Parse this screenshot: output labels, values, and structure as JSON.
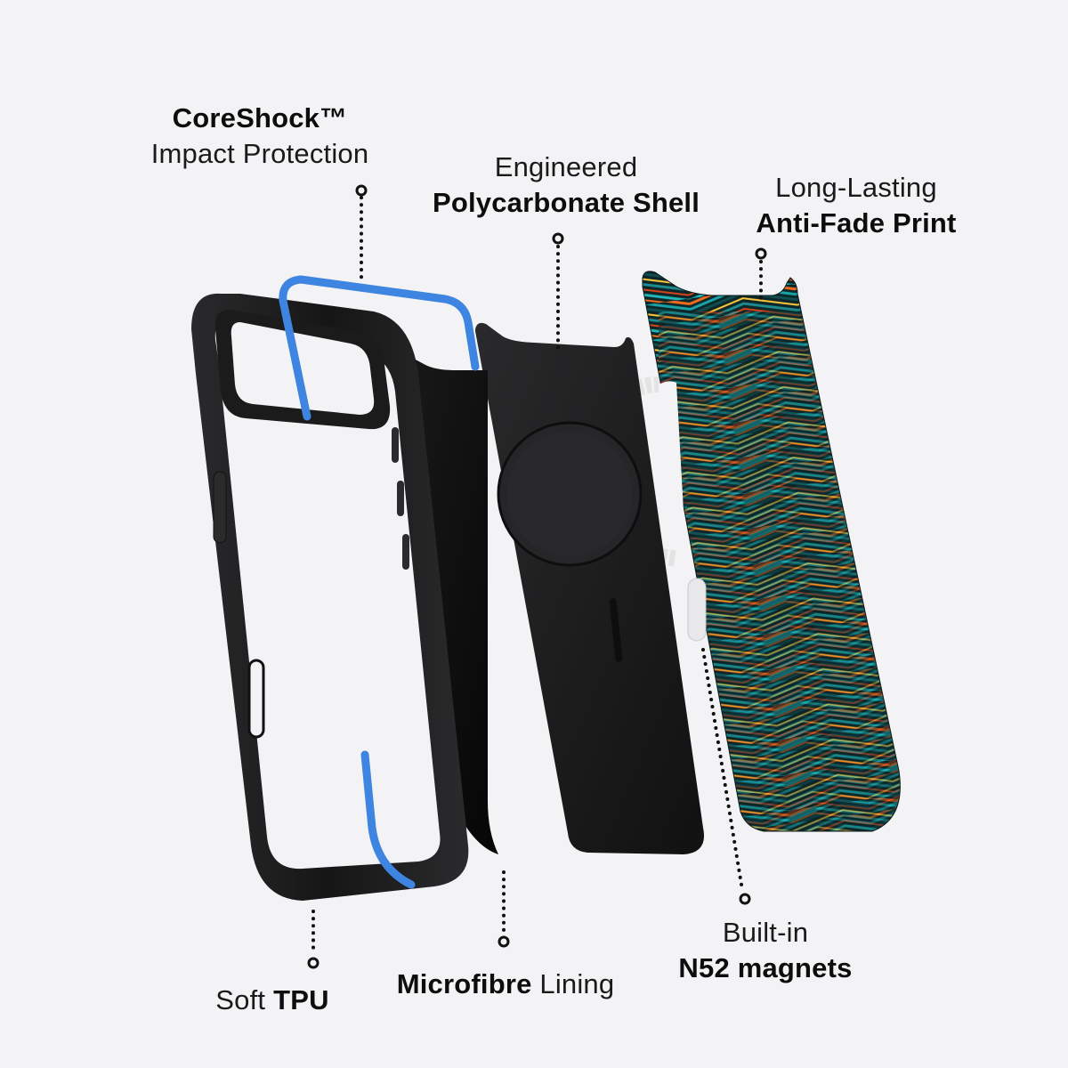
{
  "colors": {
    "background": "#f3f3f5",
    "text": "#111111",
    "leader_line": "#111111",
    "tpu_frame": "#1c1c1e",
    "coreshock_blue": "#3d85e0",
    "shell": "#1f1f21",
    "lining": "#0f0f10",
    "magnet_ring": "#e6e6e6",
    "print_teal": "#17a3a8",
    "print_orange": "#f26b1d",
    "print_yellow": "#ffc83d",
    "print_dark": "#0d2628"
  },
  "callouts": [
    {
      "id": "coreshock",
      "line1": "CoreShock™",
      "line1_weight": "bold",
      "line2": "Impact Protection",
      "line2_weight": "regular",
      "position": "top-left"
    },
    {
      "id": "polycarbonate",
      "line1": "Engineered",
      "line1_weight": "regular",
      "line2": "Polycarbonate Shell",
      "line2_weight": "bold",
      "position": "top-center"
    },
    {
      "id": "antifade",
      "line1": "Long-Lasting",
      "line1_weight": "regular",
      "line2": "Anti-Fade Print",
      "line2_weight": "bold",
      "position": "top-right"
    },
    {
      "id": "tpu",
      "prefix": "Soft",
      "emphasis": "TPU",
      "position": "bottom-left"
    },
    {
      "id": "microfibre",
      "emphasis": "Microfibre",
      "suffix": "Lining",
      "position": "bottom-center"
    },
    {
      "id": "magnets",
      "line1": "Built-in",
      "line1_weight": "regular",
      "line2": "N52 magnets",
      "line2_weight": "bold",
      "position": "bottom-right"
    }
  ],
  "layers": [
    {
      "name": "Soft TPU frame",
      "icon": "tpu-frame"
    },
    {
      "name": "CoreShock insert",
      "icon": "blue-band"
    },
    {
      "name": "Microfibre lining",
      "icon": "lining-sheet"
    },
    {
      "name": "Polycarbonate shell",
      "icon": "shell-plate"
    },
    {
      "name": "Magnet ring",
      "icon": "magsafe-ring"
    },
    {
      "name": "Anti-fade print",
      "icon": "zigzag-print"
    }
  ]
}
